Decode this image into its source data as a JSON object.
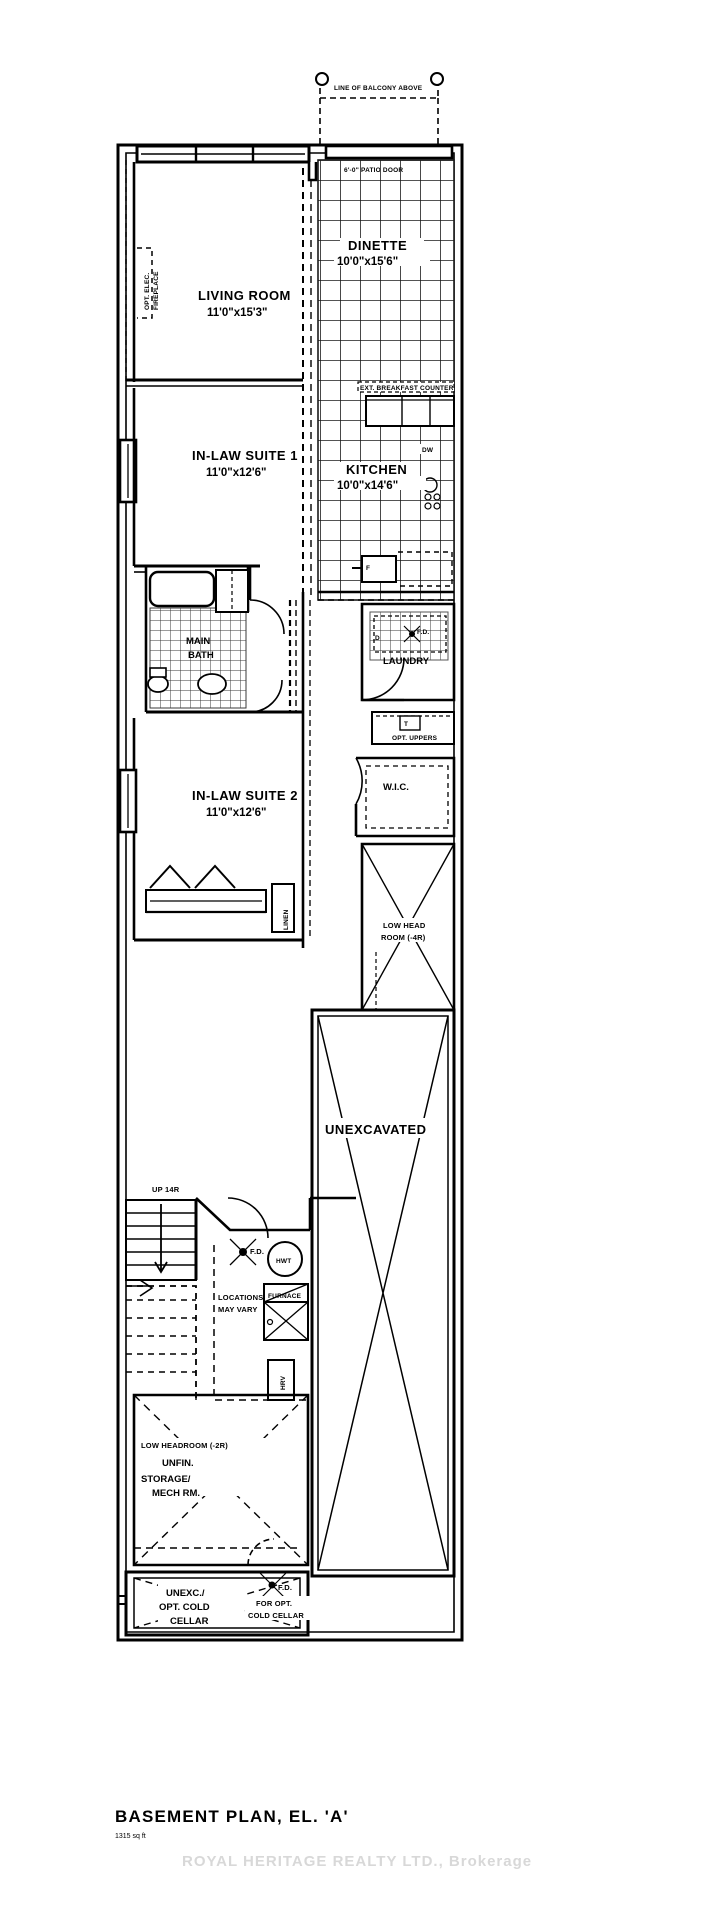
{
  "document": {
    "title": "BASEMENT PLAN, EL. 'A'",
    "area": "1315 sq ft",
    "watermark": "ROYAL HERITAGE REALTY LTD., Brokerage"
  },
  "rooms": [
    {
      "name": "LIVING ROOM",
      "dims": "11'0\"x15'3\""
    },
    {
      "name": "DINETTE",
      "dims": "10'0\"x15'6\""
    },
    {
      "name": "KITCHEN",
      "dims": "10'0\"x14'6\""
    },
    {
      "name": "IN-LAW SUITE 1",
      "dims": "11'0\"x12'6\""
    },
    {
      "name": "IN-LAW SUITE 2",
      "dims": "11'0\"x12'6\""
    },
    {
      "name": "MAIN BATH",
      "dims": ""
    },
    {
      "name": "LAUNDRY",
      "dims": ""
    },
    {
      "name": "W.I.C.",
      "dims": ""
    },
    {
      "name": "UNEXCAVATED",
      "dims": ""
    }
  ],
  "annotations": {
    "balcony": "LINE OF BALCONY ABOVE",
    "patio_door": "6'-0\" PATIO DOOR",
    "fireplace": "OPT. ELEC. FIREPLACE",
    "breakfast_counter": "EXT. BREAKFAST COUNTER",
    "fridge": "F",
    "dishwasher": "DW",
    "opt_uppers": "OPT. UPPERS",
    "opt_uppers_mark": "T",
    "low_head_room": "LOW HEAD ROOM (-4R)",
    "stairs_up": "UP 14R",
    "floor_drain": "F.D.",
    "hwt": "HWT",
    "furnace": "FURNACE",
    "hrv": "HRV",
    "locations_vary": "LOCATIONS MAY VARY",
    "low_headroom_storage": "LOW HEADROOM (-2R)",
    "storage": "UNFIN. STORAGE/ MECH RM.",
    "storage_l1": "UNFIN.",
    "storage_l2": "STORAGE/",
    "storage_l3": "MECH RM.",
    "cold_cellar_l1": "UNEXC./",
    "cold_cellar_l2": "OPT. COLD",
    "cold_cellar_l3": "CELLAR",
    "fd_cold_l1": "F.D.",
    "fd_cold_l2": "FOR OPT.",
    "fd_cold_l3": "COLD CELLAR",
    "linen": "LINEN",
    "laundry_drain": "F.D."
  },
  "labels": {
    "unexcavated": "UNEXCAVATED",
    "low_head_l1": "LOW HEAD",
    "low_head_l2": "ROOM (-4R)"
  },
  "colors": {
    "line": "#000000",
    "tile": "#333333",
    "tile_light": "#8a8a8a",
    "watermark": "#d8d8d8"
  }
}
